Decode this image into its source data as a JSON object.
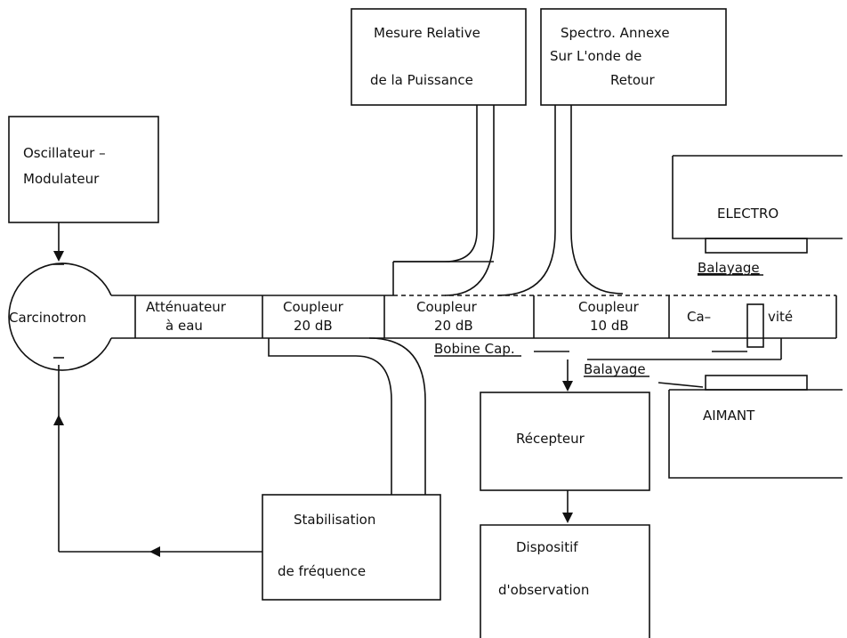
{
  "boxes": {
    "oscillateur": [
      "Oscillateur –",
      "Modulateur"
    ],
    "carcinotron": "Carcinotron",
    "attenuateur": [
      "Atténuateur",
      "à  eau"
    ],
    "coupleur1": [
      "Coupleur",
      "20 dB"
    ],
    "coupleur2": [
      "Coupleur",
      "20 dB"
    ],
    "coupleur3": [
      "Coupleur",
      "10 dB"
    ],
    "cavite": [
      "Ca–",
      "vité"
    ],
    "mesure": [
      "Mesure  Relative",
      "de  la  Puissance"
    ],
    "spectro": [
      "Spectro. Annexe",
      "Sur  L'onde  de",
      "Retour"
    ],
    "electro": "ELECTRO",
    "aimant": "AIMANT",
    "recepteur": "Récepteur",
    "stabilisation": [
      "Stabilisation",
      "de   fréquence"
    ],
    "dispositif": [
      "Dispositif",
      "d'observation"
    ]
  },
  "labels": {
    "balayage_top": "Balayage",
    "balayage_bottom": "Balayage",
    "bobine": "Bobine  Cap."
  }
}
